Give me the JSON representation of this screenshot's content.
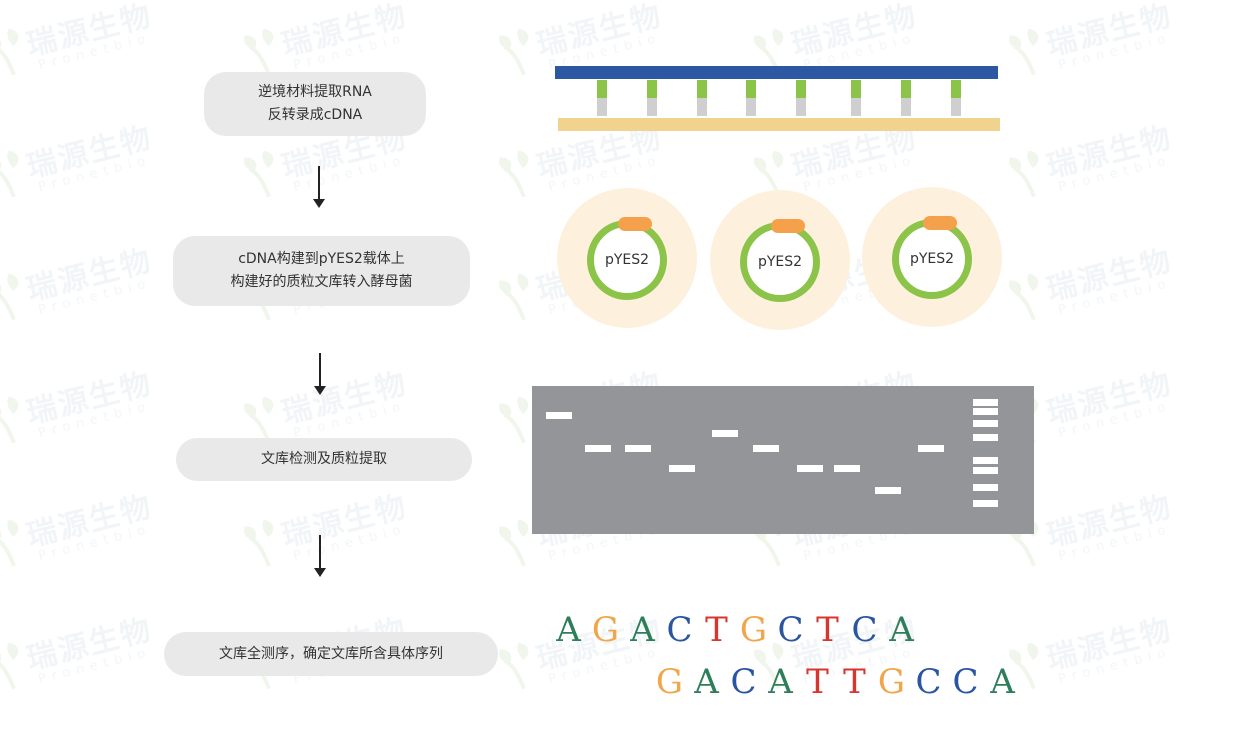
{
  "colors": {
    "step_bg": "#e9e9e9",
    "dna_top_strand": "#2b58a0",
    "dna_bottom_strand": "#f0d38e",
    "dna_rung_green": "#8cc44a",
    "dna_rung_gray": "#cfcfcf",
    "plasmid_bg": "#fdf1de",
    "plasmid_ring": "#8cc44a",
    "plasmid_insert": "#f5a04a",
    "gel_bg": "#939598",
    "gel_band": "#ffffff",
    "base_A": "#2e7d5b",
    "base_G": "#f0a64a",
    "base_C": "#2a55a0",
    "base_T": "#d8352f"
  },
  "steps": [
    {
      "line1": "逆境材料提取RNA",
      "line2": "反转录成cDNA"
    },
    {
      "line1": "cDNA构建到pYES2载体上",
      "line2": "构建好的质粒文库转入酵母菌"
    },
    {
      "line1": "文库检测及质粒提取"
    },
    {
      "line1": "文库全测序，确定文库所含具体序列"
    }
  ],
  "plasmids": [
    {
      "label": "pYES2"
    },
    {
      "label": "pYES2"
    },
    {
      "label": "pYES2"
    }
  ],
  "watermark": {
    "brand_cn": "瑞源生物",
    "brand_en": "Pronetbio"
  },
  "sequence": {
    "row1": [
      "A",
      "G",
      "A",
      "C",
      "T",
      "G",
      "C",
      "T",
      "C",
      "A"
    ],
    "row2": [
      "G",
      "A",
      "C",
      "A",
      "T",
      "T",
      "G",
      "C",
      "C",
      "A"
    ]
  },
  "gel": {
    "sample_lanes": 10,
    "ladder_bands": 8
  }
}
